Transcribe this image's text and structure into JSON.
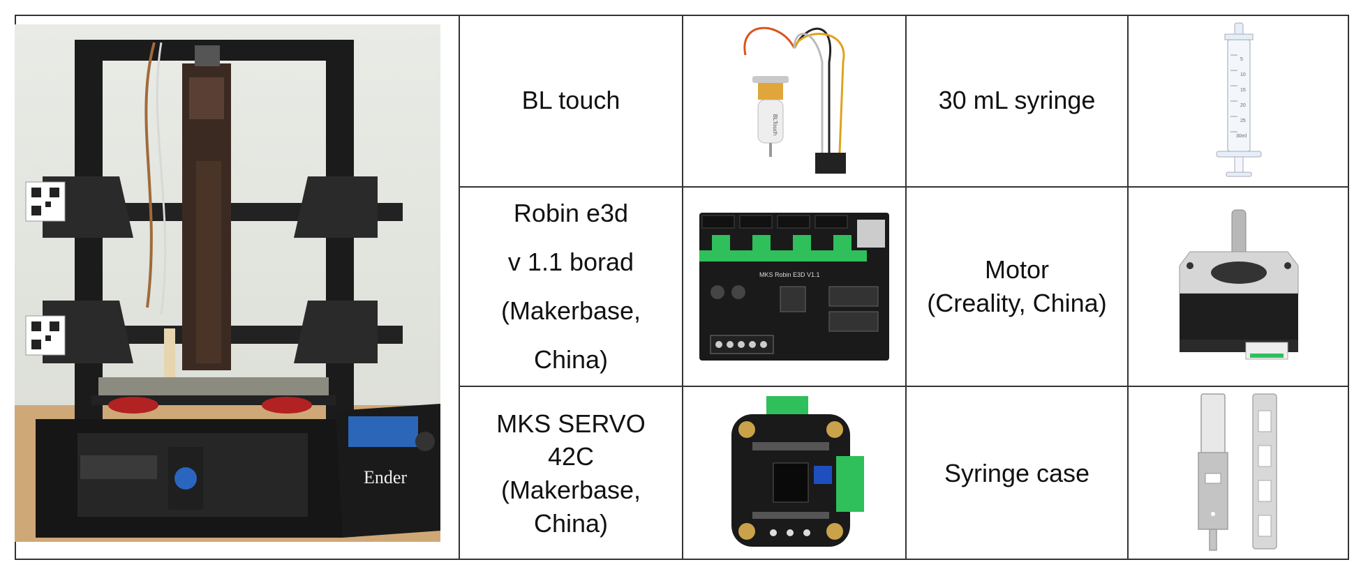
{
  "printer_photo": {
    "brand_text": "Ender"
  },
  "table": {
    "rows": [
      {
        "left_label": [
          "BL touch"
        ],
        "left_icon": "bltouch-probe-icon",
        "right_label": [
          "30 mL syringe"
        ],
        "right_icon": "syringe-icon",
        "bltouch_text": "BLTouch",
        "syringe_marks": [
          "5",
          "10",
          "15",
          "20",
          "25",
          "30ml"
        ]
      },
      {
        "left_label": [
          "Robin e3d",
          "v 1.1 borad",
          "(Makerbase,",
          "China)"
        ],
        "left_icon": "controller-board-icon",
        "right_label": [
          "Motor",
          "(Creality, China)"
        ],
        "right_icon": "stepper-motor-icon",
        "board_text": "MKS Robin E3D V1.1"
      },
      {
        "left_label": [
          "MKS SERVO",
          "42C",
          "(Makerbase,",
          "China)"
        ],
        "left_icon": "servo-driver-board-icon",
        "right_label": [
          "Syringe case"
        ],
        "right_icon": "syringe-case-icon"
      }
    ]
  },
  "colors": {
    "border": "#333333",
    "board_black": "#1a1a1a",
    "connector_green": "#2fbf5b",
    "case_gray": "#bdbdbd"
  }
}
